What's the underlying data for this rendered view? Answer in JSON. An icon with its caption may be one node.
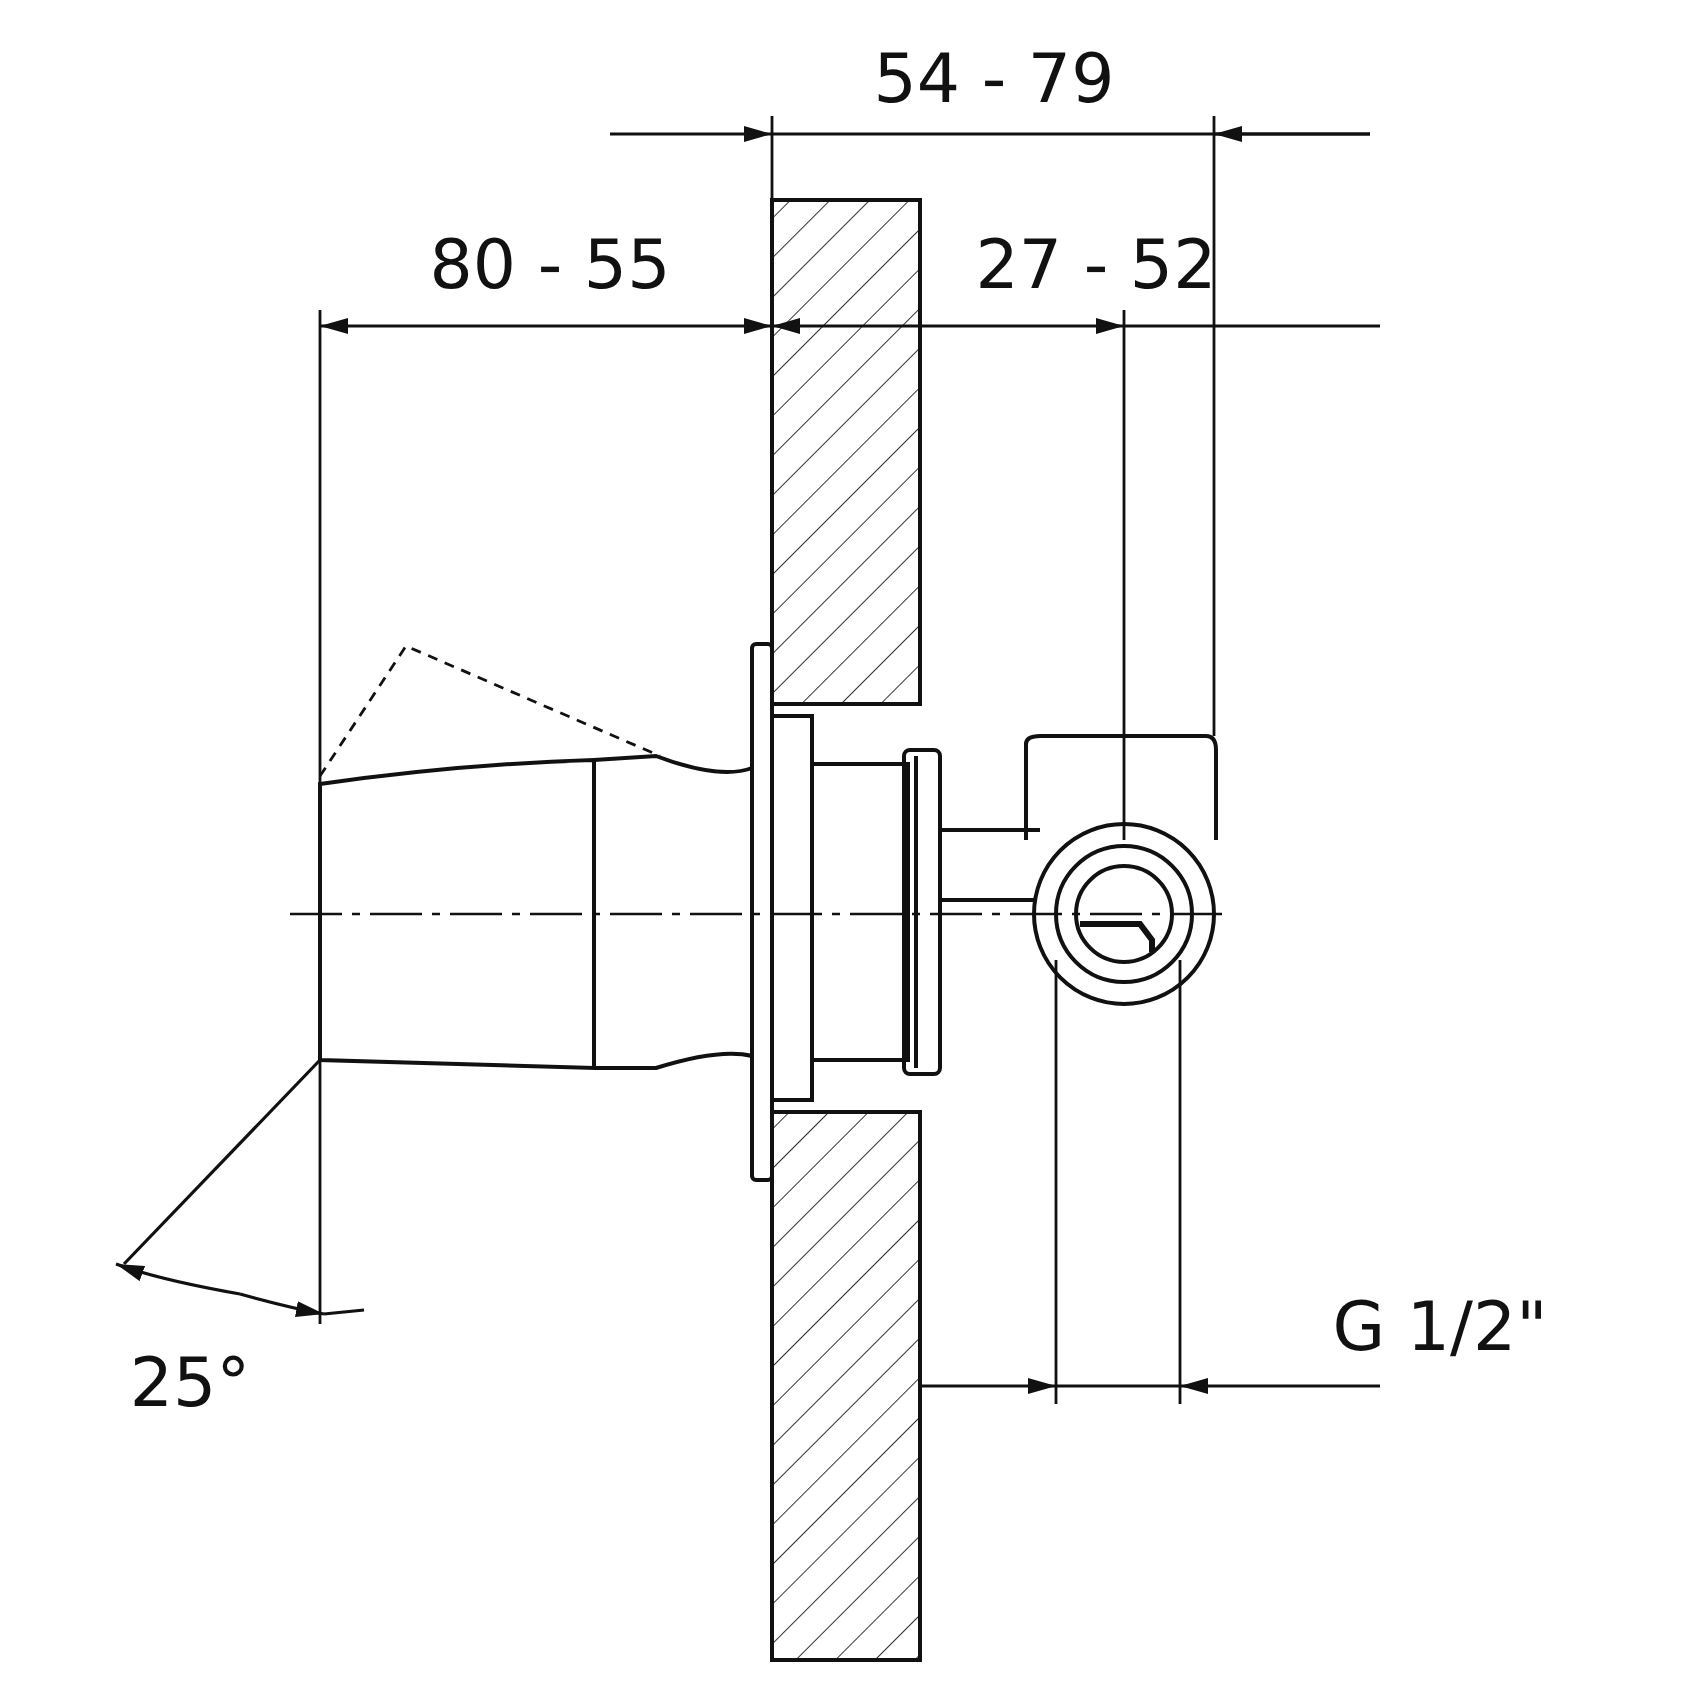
{
  "diagram": {
    "labels": [
      "54 - 79",
      "80 - 55",
      "27 - 52",
      "25°",
      "G 1/2\""
    ]
  }
}
